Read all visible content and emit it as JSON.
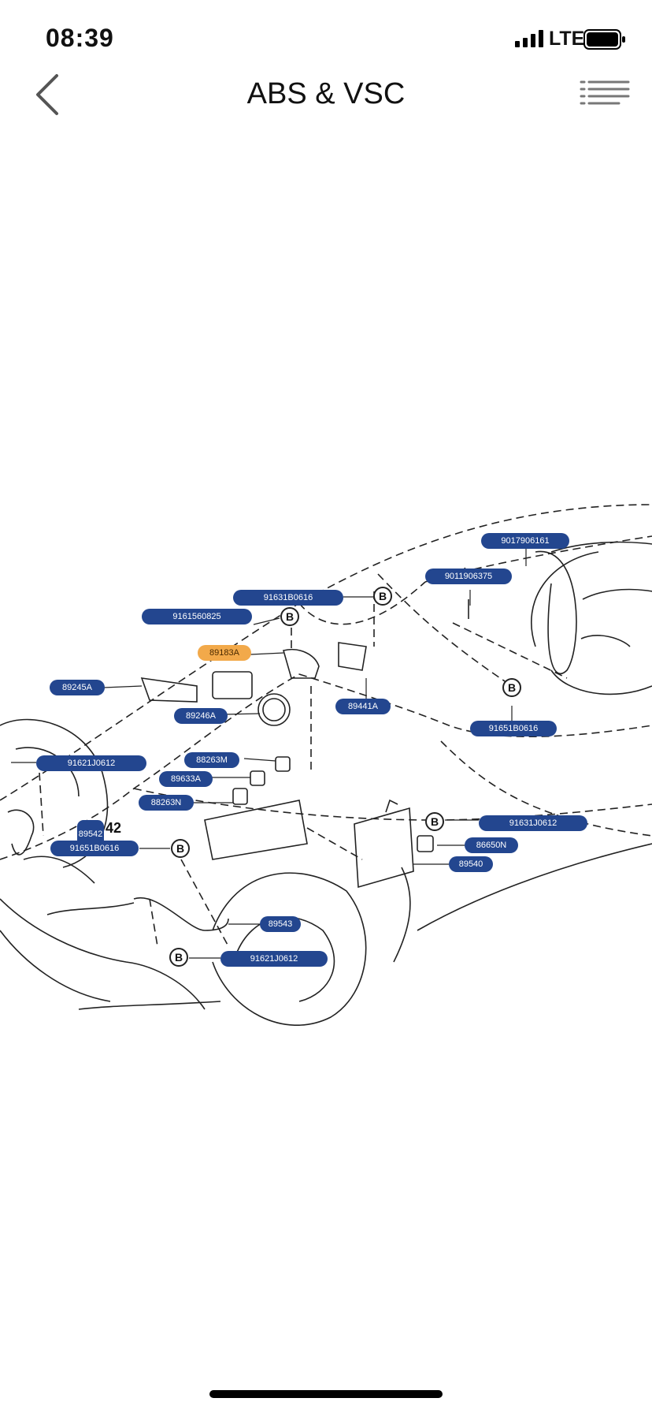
{
  "status_bar": {
    "time": "08:39",
    "network": "LTE",
    "icons": [
      "signal-icon",
      "battery-icon"
    ]
  },
  "nav": {
    "title": "ABS & VSC",
    "back_icon": "chevron-left-icon",
    "menu_icon": "list-menu-icon"
  },
  "diagram": {
    "colors": {
      "label": "#23468f",
      "highlight": "#f2a94a"
    },
    "parts": [
      "9017906161",
      "9011906375",
      "91631B0616",
      "9161560825",
      "89183A",
      "89441A",
      "89245A",
      "89246A",
      "91651B0616",
      "91621J0612",
      "88263M",
      "89633A",
      "88263N",
      "89542",
      "91651B0616",
      "91631J0612",
      "86650N",
      "89540",
      "89543",
      "91621J0612"
    ],
    "bolt_symbol": "B",
    "callout_text": "42"
  }
}
